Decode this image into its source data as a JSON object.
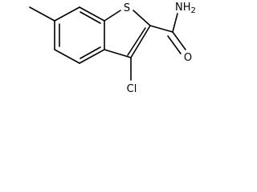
{
  "molecule": {
    "atoms": {
      "sulfur": "S",
      "amide_nitrogen": "NH",
      "amide_nitrogen_subscript": "2",
      "carbonyl_oxygen": "O",
      "chlorine": "Cl"
    },
    "colors": {
      "bond": "#000000",
      "label": "#000000",
      "background": "#ffffff"
    }
  }
}
